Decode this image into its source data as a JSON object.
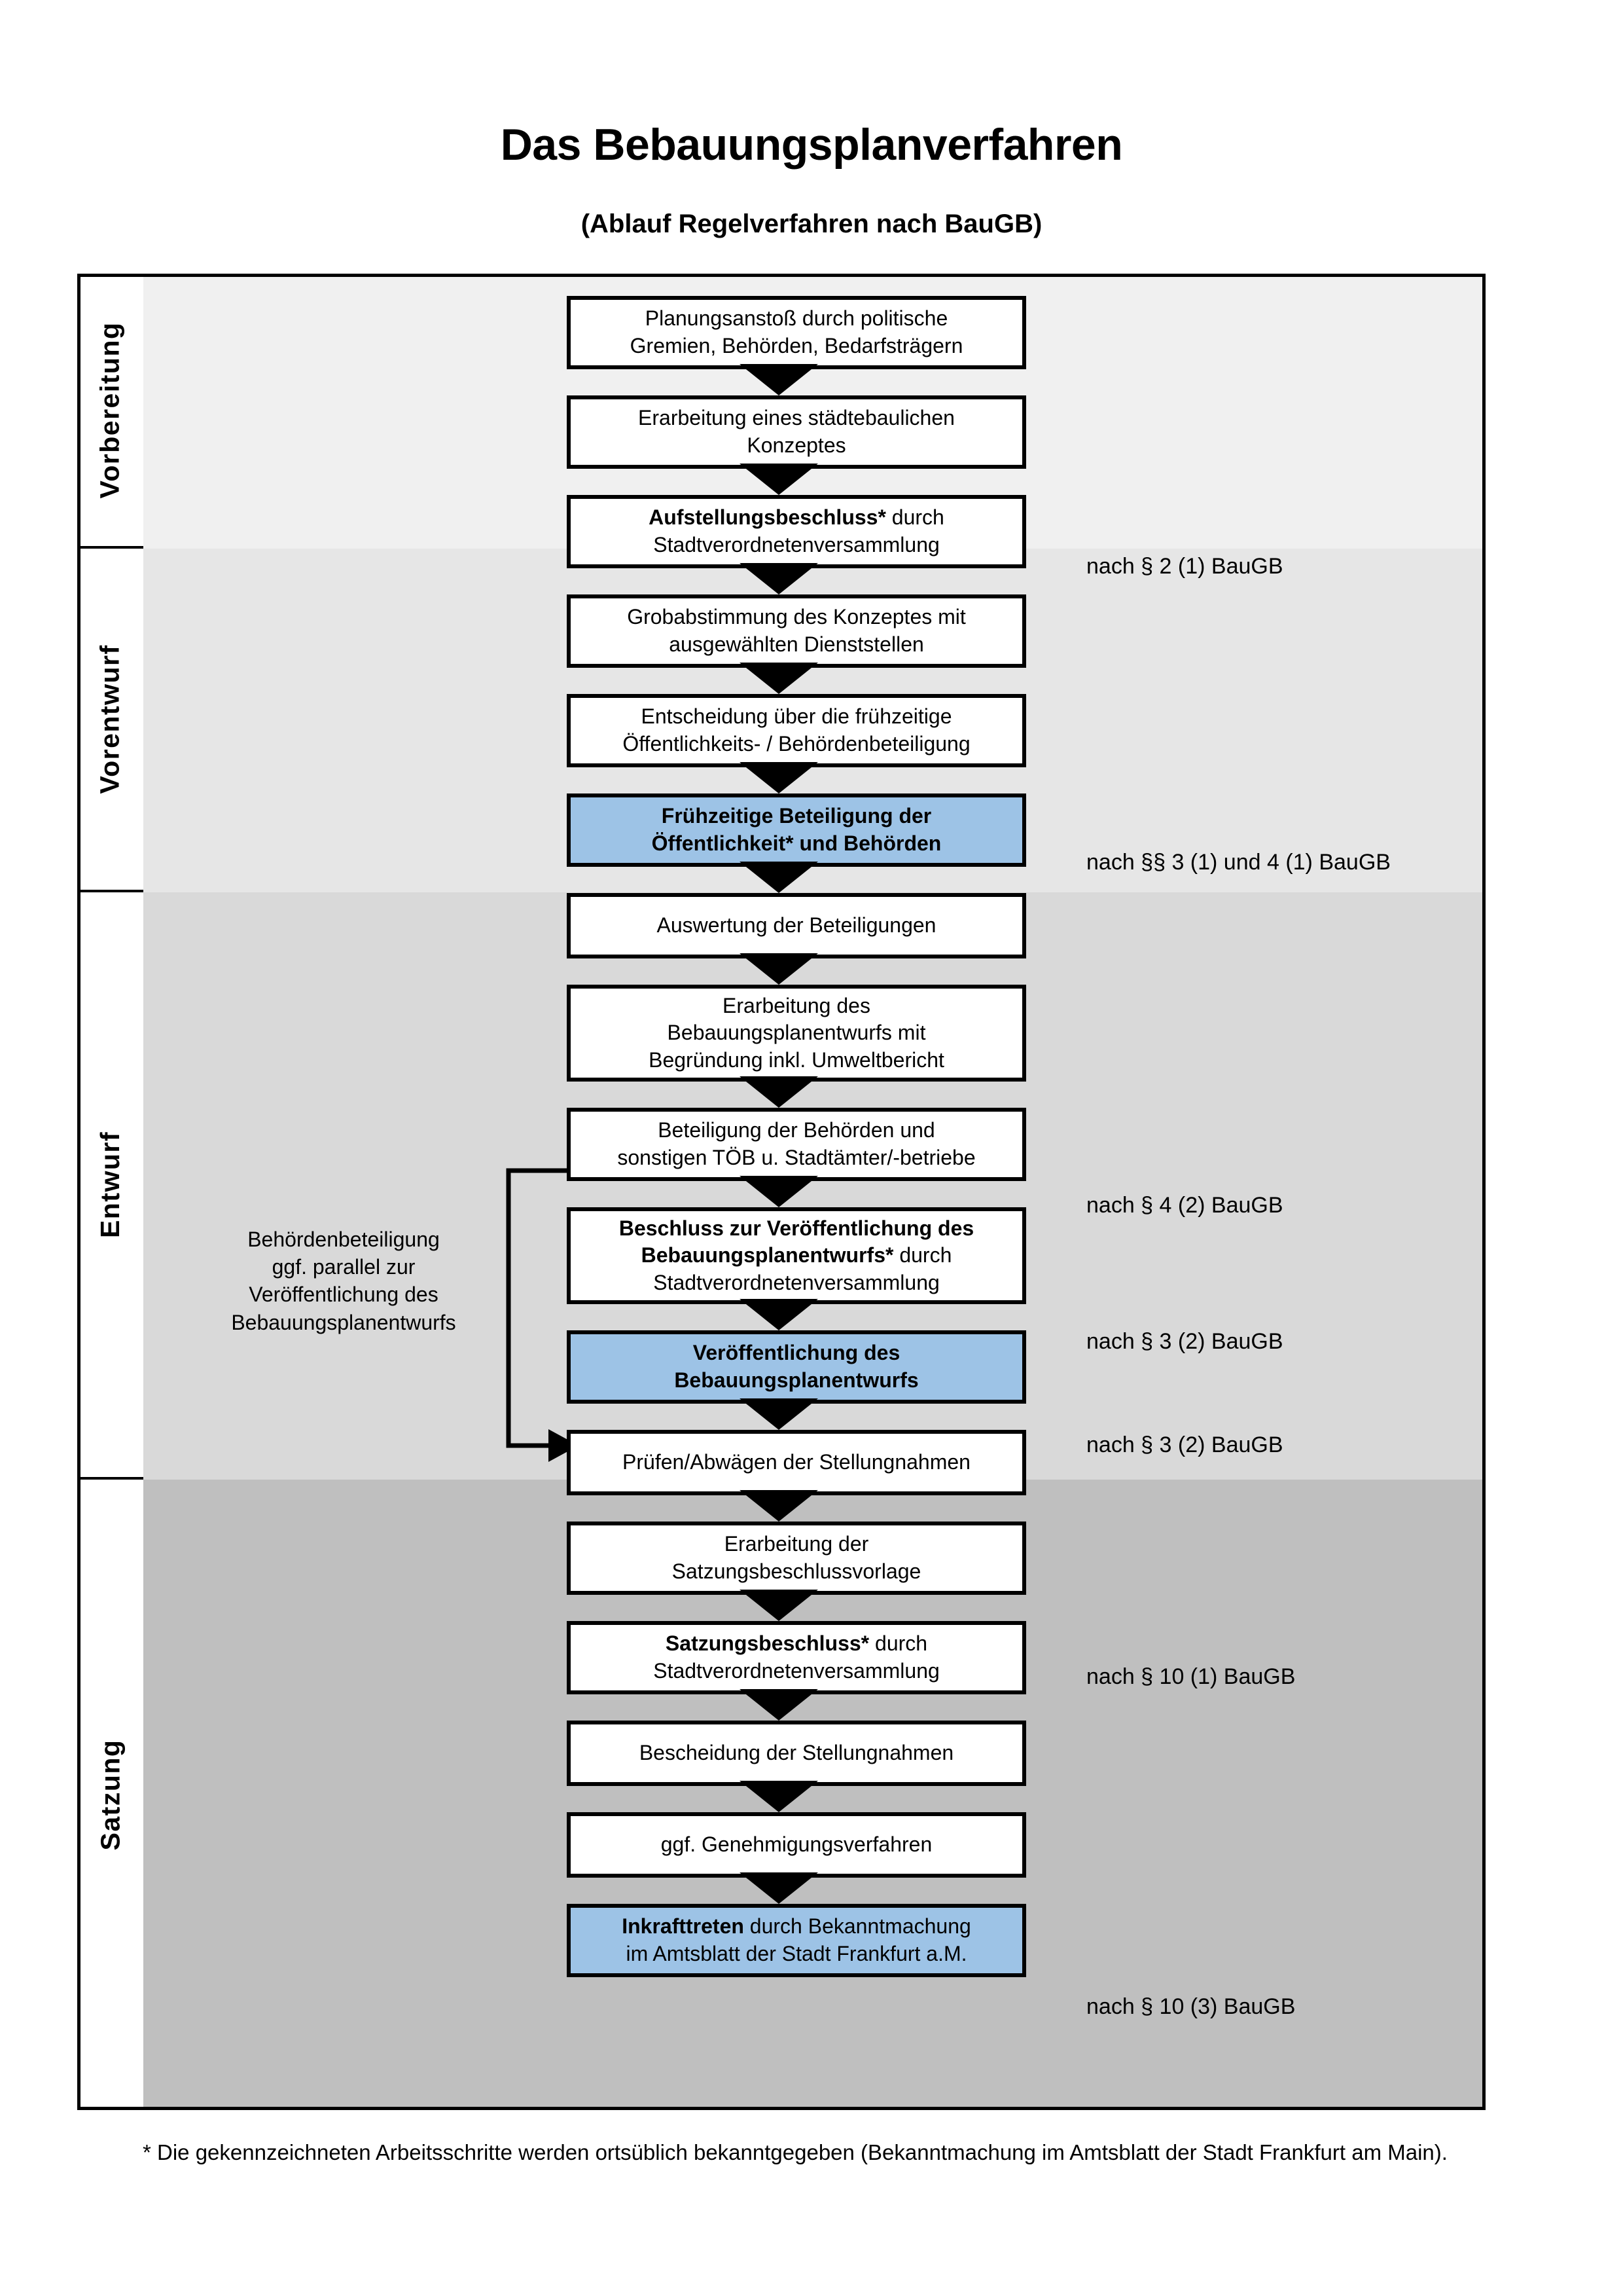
{
  "header": {
    "title": "Das Bebauungsplanverfahren",
    "subtitle": "(Ablauf Regelverfahren nach BauGB)"
  },
  "colors": {
    "highlight_box": "#9DC3E6",
    "band_vorbereitung": "#F0F0F0",
    "band_vorentwurf": "#E6E6E6",
    "band_entwurf": "#D9D9D9",
    "band_satzung": "#BFBFBF",
    "border": "#000000"
  },
  "phases": [
    {
      "label": "Vorbereitung"
    },
    {
      "label": "Vorentwurf"
    },
    {
      "label": "Entwurf"
    },
    {
      "label": "Satzung"
    }
  ],
  "steps": [
    {
      "id": "planungsanstoss",
      "line1": "Planungsanstoß durch politische",
      "line2": "Gremien, Behörden, Bedarfsträgern",
      "bold_prefix": "",
      "highlight": false
    },
    {
      "id": "konzept",
      "line1": "Erarbeitung eines städtebaulichen",
      "line2": "Konzeptes",
      "bold_prefix": "",
      "highlight": false
    },
    {
      "id": "aufstellungsbeschluss",
      "line1": "Aufstellungsbeschluss* durch",
      "line2": "Stadtverordnetenversammlung",
      "bold_prefix": "Aufstellungsbeschluss*",
      "highlight": false
    },
    {
      "id": "grobabstimmung",
      "line1": "Grobabstimmung des Konzeptes mit",
      "line2": "ausgewählten Dienststellen",
      "bold_prefix": "",
      "highlight": false
    },
    {
      "id": "entscheidung-fruehzeitig",
      "line1": "Entscheidung über die frühzeitige",
      "line2": "Öffentlichkeits- / Behördenbeteiligung",
      "bold_prefix": "",
      "highlight": false
    },
    {
      "id": "fruehzeitige-beteiligung",
      "line1": "Frühzeitige Beteiligung der",
      "line2": "Öffentlichkeit* und Behörden",
      "bold_prefix": "ALL",
      "highlight": true
    },
    {
      "id": "auswertung",
      "line1": "Auswertung der Beteiligungen",
      "line2": "",
      "bold_prefix": "",
      "highlight": false
    },
    {
      "id": "erarbeitung-entwurf",
      "line1": "Erarbeitung des",
      "line2": "Bebauungsplanentwurfs mit",
      "line3": "Begründung inkl. Umweltbericht",
      "bold_prefix": "",
      "highlight": false
    },
    {
      "id": "beteiligung-behoerden",
      "line1": "Beteiligung der Behörden und",
      "line2": "sonstigen TÖB u. Stadtämter/-betriebe",
      "bold_prefix": "",
      "highlight": false
    },
    {
      "id": "beschluss-veroeffentlichung",
      "line1": "Beschluss zur Veröffentlichung des",
      "line2": "Bebauungsplanentwurfs* durch",
      "line3": "Stadtverordnetenversammlung",
      "bold_prefix": "Beschluss zur Veröffentlichung des Bebauungsplanentwurfs*",
      "highlight": false
    },
    {
      "id": "veroeffentlichung",
      "line1": "Veröffentlichung des",
      "line2": "Bebauungsplanentwurfs",
      "bold_prefix": "ALL",
      "highlight": true
    },
    {
      "id": "pruefen-abwaegen",
      "line1": "Prüfen/Abwägen der Stellungnahmen",
      "line2": "",
      "bold_prefix": "",
      "highlight": false
    },
    {
      "id": "satzungsbeschlussvorlage",
      "line1": "Erarbeitung der",
      "line2": "Satzungsbeschlussvorlage",
      "bold_prefix": "",
      "highlight": false
    },
    {
      "id": "satzungsbeschluss",
      "line1": "Satzungsbeschluss* durch",
      "line2": "Stadtverordnetenversammlung",
      "bold_prefix": "Satzungsbeschluss*",
      "highlight": false
    },
    {
      "id": "bescheidung",
      "line1": "Bescheidung der Stellungnahmen",
      "line2": "",
      "bold_prefix": "",
      "highlight": false
    },
    {
      "id": "genehmigungsverfahren",
      "line1": "ggf. Genehmigungsverfahren",
      "line2": "",
      "bold_prefix": "",
      "highlight": false
    },
    {
      "id": "inkrafttreten",
      "line1": "Inkrafttreten durch Bekanntmachung",
      "line2": "im Amtsblatt der Stadt Frankfurt a.M.",
      "bold_prefix": "Inkrafttreten",
      "highlight": true
    }
  ],
  "references": [
    {
      "id": "ref-par2-1",
      "text": "nach § 2 (1) BauGB"
    },
    {
      "id": "ref-par3-1-par4-1",
      "text": "nach §§ 3 (1) und 4 (1) BauGB"
    },
    {
      "id": "ref-par4-2",
      "text": "nach § 4 (2) BauGB"
    },
    {
      "id": "ref-par3-2-a",
      "text": "nach § 3 (2) BauGB"
    },
    {
      "id": "ref-par3-2-b",
      "text": "nach § 3 (2) BauGB"
    },
    {
      "id": "ref-par10-1",
      "text": "nach § 10 (1) BauGB"
    },
    {
      "id": "ref-par10-3",
      "text": "nach § 10 (3) BauGB"
    }
  ],
  "sidenote": {
    "line1": "Behördenbeteiligung",
    "line2": "ggf. parallel zur",
    "line3": "Veröffentlichung des",
    "line4": "Bebauungsplanentwurfs"
  },
  "footnote": {
    "text": "* Die gekennzeichneten Arbeitsschritte werden ortsüblich bekanntgegeben (Bekanntmachung im Amtsblatt  der Stadt Frankfurt am Main)."
  }
}
